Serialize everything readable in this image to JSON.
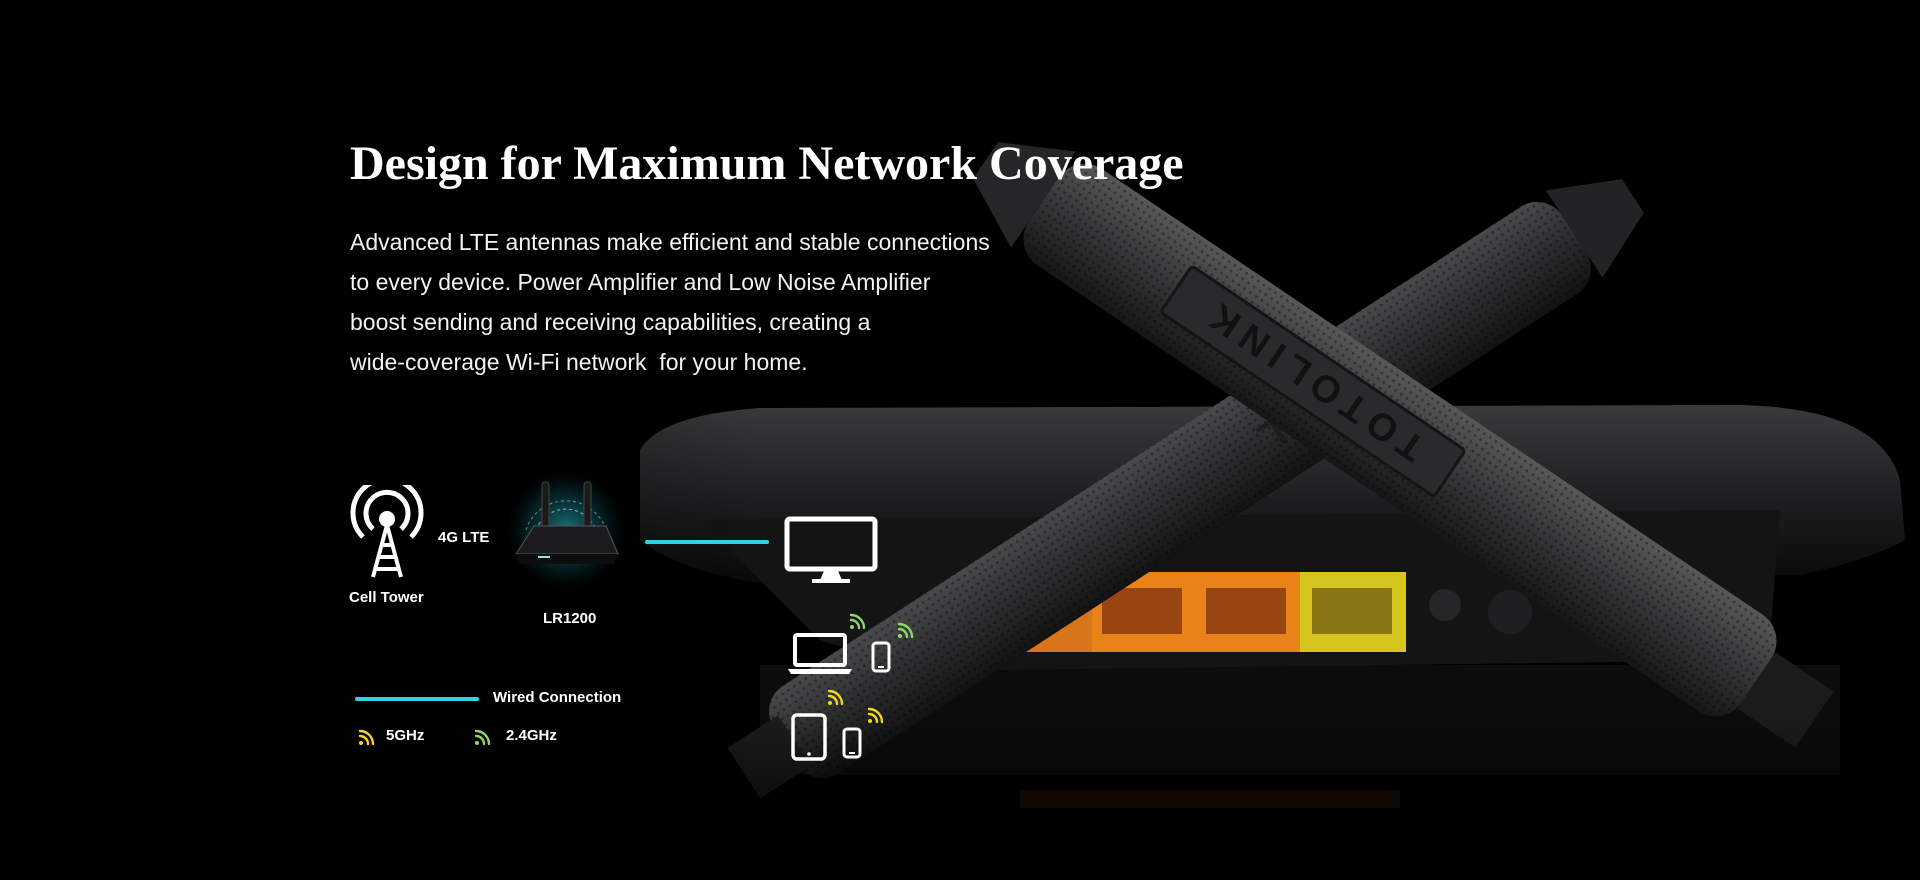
{
  "headline": "Design for Maximum Network Coverage",
  "body_lines": [
    "Advanced LTE antennas make efficient and stable connections",
    "to every device. Power Amplifier and Low Noise Amplifier",
    "boost sending and receiving capabilities, creating a",
    "wide-coverage Wi-Fi network  for your home."
  ],
  "diagram": {
    "cell_tower_label": "Cell Tower",
    "lte_label": "4G LTE",
    "router_label": "LR1200",
    "brand_text": "TOTOLINK"
  },
  "legend": {
    "wired_label": "Wired Connection",
    "band_5ghz_label": "5GHz",
    "band_24ghz_label": "2.4GHz"
  },
  "colors": {
    "wired": "#2fd3e3",
    "band_5ghz": "#f2d722",
    "band_24ghz": "#8fd66a",
    "ports_orange": "#e98318",
    "port_yellow": "#d7c41d"
  },
  "icons": [
    "cell-tower-icon",
    "router-icon",
    "monitor-icon",
    "laptop-icon",
    "phone-icon",
    "tablet-icon",
    "wifi-icon"
  ]
}
